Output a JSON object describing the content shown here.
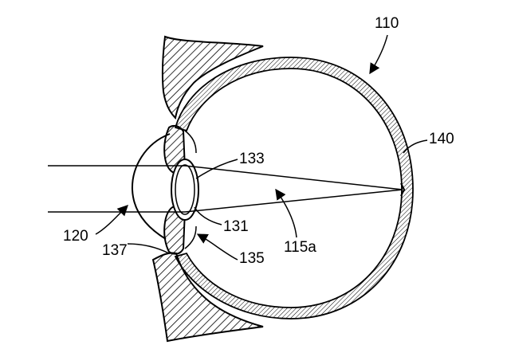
{
  "labels": {
    "eye": "110",
    "cornea": "120",
    "lens": "131",
    "lens_front": "133",
    "zonule": "135",
    "iris": "137",
    "retina": "140",
    "light_path": "115a"
  },
  "colors": {
    "line": "#000000",
    "background": "#ffffff"
  }
}
